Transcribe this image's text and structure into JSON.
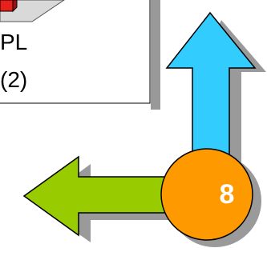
{
  "card": {
    "line1": "PL",
    "line2": "(2)"
  },
  "badge": {
    "number": "8"
  },
  "colors": {
    "up_arrow": "#33ccff",
    "left_arrow": "#99cc00",
    "badge": "#ff9900",
    "card_icon": "#e8201c",
    "shadow": "#999999"
  },
  "icons": {
    "card_icon": "red-cube-icon",
    "up_arrow": "arrow-up-icon",
    "left_arrow": "arrow-left-icon"
  }
}
